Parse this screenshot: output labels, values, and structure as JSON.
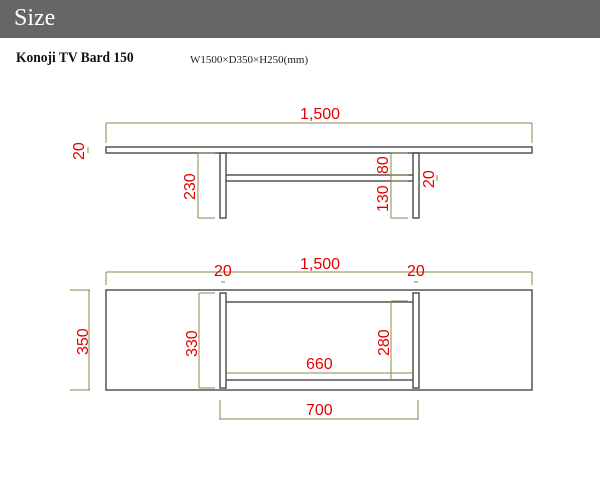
{
  "header": {
    "title": "Size",
    "background": "#666666"
  },
  "product": {
    "name": "Konoji TV Bard 150",
    "dimensions": "W1500×D350×H250(mm)"
  },
  "colors": {
    "dimension_text": "#e60000",
    "dimension_line": "#8a8a4a",
    "outline": "#555555"
  },
  "elevation": {
    "width_label": "1,500",
    "top_thickness_label": "20",
    "leg_height_label": "230",
    "upper_gap_label": "80",
    "rail_thickness_label": "20",
    "lower_gap_label": "130"
  },
  "plan": {
    "width_label": "1,500",
    "leg_left_label": "20",
    "leg_right_label": "20",
    "depth_label": "350",
    "leg_length_label": "330",
    "frame_depth_label": "280",
    "frame_inner_label": "660",
    "leg_span_label": "700"
  }
}
